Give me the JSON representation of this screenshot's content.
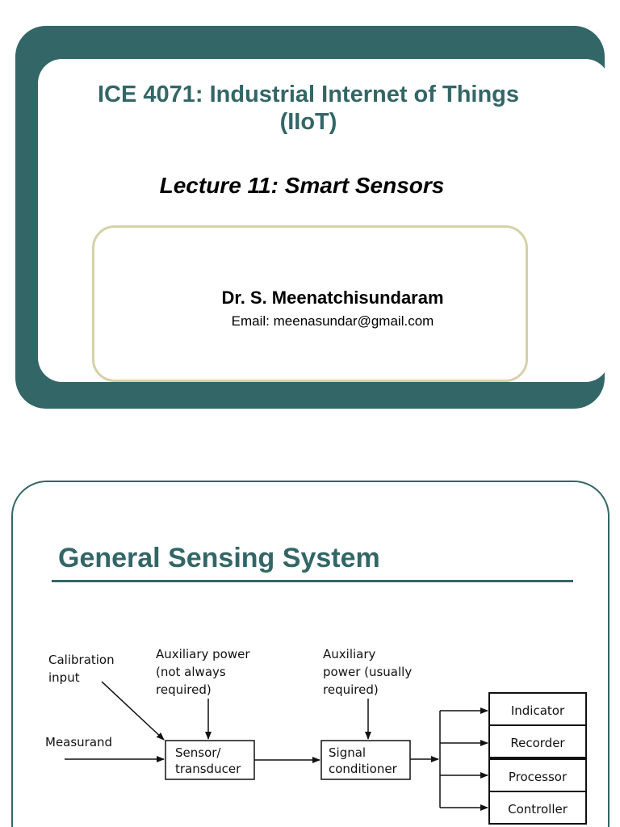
{
  "slide1": {
    "course_title_line1": "ICE 4071: Industrial Internet of Things",
    "course_title_line2": "(IIoT)",
    "lecture_title": "Lecture 11: Smart Sensors",
    "author_name": "Dr. S. Meenatchisundaram",
    "author_email": "Email: meenasundar@gmail.com"
  },
  "slide2": {
    "title": "General Sensing System",
    "diagram": {
      "calibration_input": [
        "Calibration",
        "input"
      ],
      "aux_power_sensor": [
        "Auxiliary power",
        "(not always",
        "required)"
      ],
      "aux_power_conditioner": [
        "Auxiliary",
        "power (usually",
        "required)"
      ],
      "measurand": "Measurand",
      "sensor_block": [
        "Sensor/",
        "transducer"
      ],
      "conditioner_block": [
        "Signal",
        "conditioner"
      ],
      "outputs": [
        "Indicator",
        "Recorder",
        "Processor",
        "Controller"
      ]
    }
  },
  "colors": {
    "theme_teal": "#336666",
    "author_box_border": "#d4d2a8"
  }
}
